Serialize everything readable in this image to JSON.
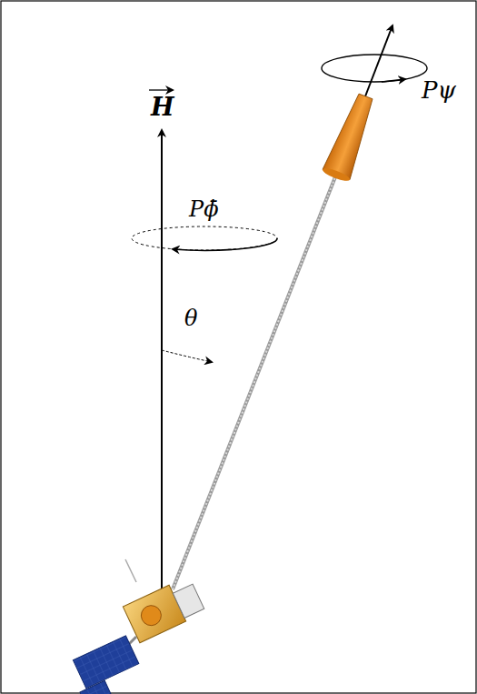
{
  "diagram": {
    "labels": [
      "H",
      "Pψ",
      "Pϕ̄",
      "θ"
    ]
  }
}
